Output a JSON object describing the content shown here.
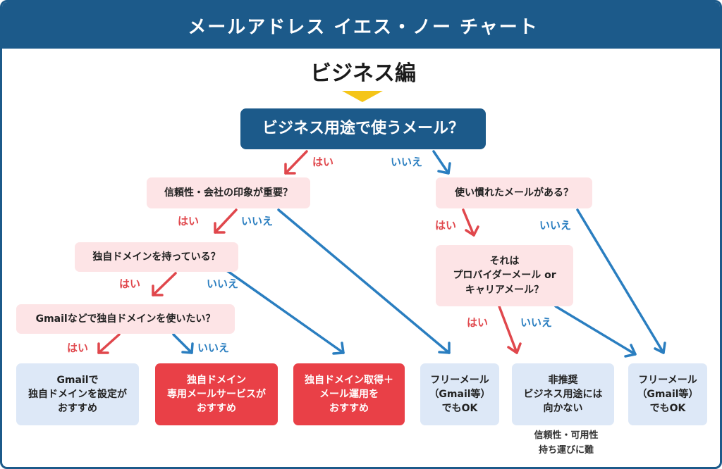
{
  "header": {
    "title": "メールアドレス イエス・ノー チャート"
  },
  "subtitle": "ビジネス編",
  "questions": {
    "main": "ビジネス用途で使うメール？",
    "q_trust": "信頼性・会社の印象が重要？",
    "q_domain": "独自ドメインを持っている？",
    "q_gmail_domain": "Gmailなどで独自ドメインを使いたい？",
    "q_used_to": "使い慣れたメールがある？",
    "q_provider": [
      "それは",
      "プロバイダーメール or",
      "キャリアメール？"
    ]
  },
  "labels": {
    "yes": "はい",
    "no": "いいえ"
  },
  "results": {
    "gmail_domain": [
      "Gmailで",
      "独自ドメインを設定が",
      "おすすめ"
    ],
    "dedicated": [
      "独自ドメイン",
      "専用メールサービスが",
      "おすすめ"
    ],
    "acquire": [
      "独自ドメイン取得＋",
      "メール運用を",
      "おすすめ"
    ],
    "free1": [
      "フリーメール",
      "（Gmail等）",
      "でもOK"
    ],
    "not_recommended": [
      "非推奨",
      "ビジネス用途には",
      "向かない"
    ],
    "free2": [
      "フリーメール",
      "（Gmail等）",
      "でもOK"
    ]
  },
  "note": [
    "信頼性・可用性",
    "持ち運びに難"
  ],
  "colors": {
    "navy": "#1c5a8a",
    "pink": "#fde4e6",
    "light_blue": "#dde8f7",
    "red": "#e94047",
    "yes_arrow": "#e0474c",
    "no_arrow": "#2a7ec0",
    "yellow": "#f5c518"
  }
}
